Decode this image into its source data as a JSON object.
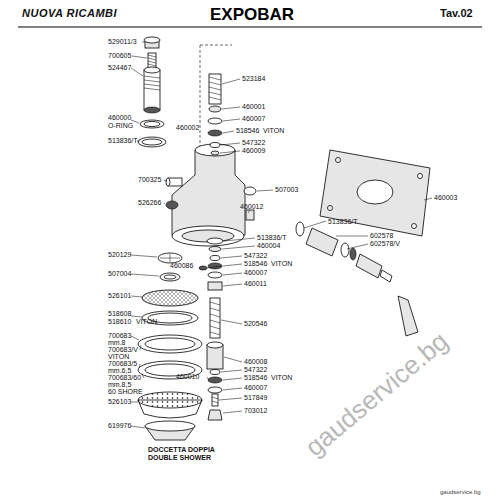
{
  "diagram": {
    "title": "EXPOBAR",
    "labels": [
      "NUOVA RICAMBI",
      "Tav.02",
      "529011/3",
      "700605",
      "524467",
      "460000",
      "O-RING",
      "513836/T",
      "700325",
      "526266",
      "520129",
      "507004",
      "526101",
      "518608",
      "518610",
      "VITON",
      "700683",
      "mm.8",
      "700683/V",
      "VITON",
      "700683/5",
      "mm.6,5",
      "700683/60",
      "mm.8,5",
      "60 SHORE",
      "526103",
      "619976",
      "DOCCETTA DOPPIA",
      "DOUBLE SHOWER",
      "523184",
      "460001",
      "460007",
      "460002",
      "518546",
      "VITON",
      "547322",
      "460009",
      "460003",
      "507003",
      "460012",
      "513836/T",
      "513836/T",
      "460004",
      "460086",
      "547322",
      "518546",
      "VITON",
      "460007",
      "460011",
      "602578",
      "602578/V",
      "520546",
      "460008",
      "547322",
      "460010",
      "518546",
      "VITON",
      "460007",
      "517849",
      "703012",
      "gaudservice.bg",
      "gaudservice.bg"
    ]
  }
}
